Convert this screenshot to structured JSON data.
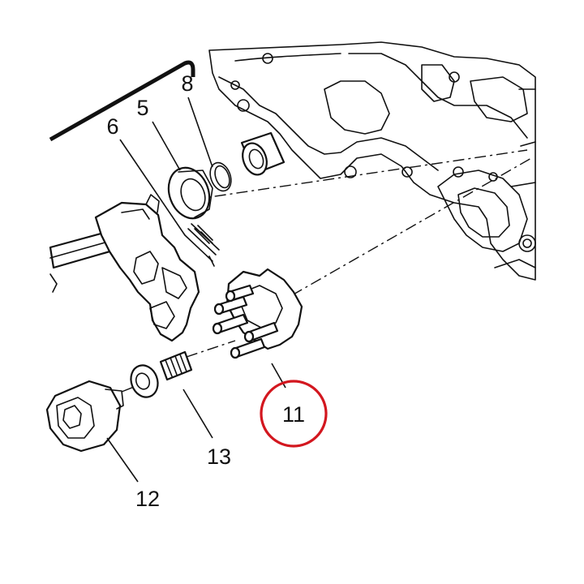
{
  "callouts": {
    "c5": "5",
    "c6": "6",
    "c8": "8",
    "c11": "11",
    "c12": "12",
    "c13": "13"
  },
  "highlight": {
    "callout": "11",
    "ring_color": "#d3171f"
  },
  "colors": {
    "line": "#111111",
    "background": "#ffffff"
  }
}
